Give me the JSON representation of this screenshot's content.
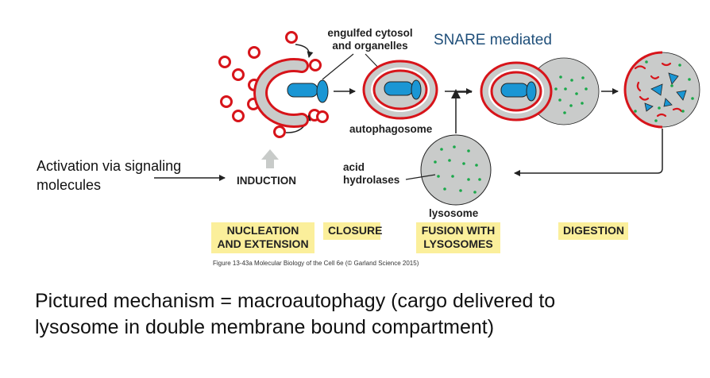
{
  "labels": {
    "engulfed": [
      "engulfed cytosol",
      "and organelles"
    ],
    "snare": "SNARE mediated",
    "autophagosome": "autophagosome",
    "activation": [
      "Activation via signaling",
      "molecules"
    ],
    "induction": "INDUCTION",
    "acid_hydrolases": [
      "acid",
      "hydrolases"
    ],
    "lysosome": "lysosome"
  },
  "stages": {
    "nucleation": [
      "NUCLEATION",
      "AND EXTENSION"
    ],
    "closure": "CLOSURE",
    "fusion": [
      "FUSION WITH",
      "LYSOSOMES"
    ],
    "digestion": "DIGESTION"
  },
  "figure_credit": "Figure 13-43a  Molecular Biology of the Cell 6e (© Garland Science 2015)",
  "caption": [
    "Pictured mechanism = macroautophagy  (cargo delivered to",
    "lysosome in double membrane bound compartment)"
  ],
  "colors": {
    "membrane_red": "#d7141a",
    "organelle_blue": "#1a96d4",
    "lumen_gray": "#c9cbca",
    "hydrolase_green": "#1aa84a",
    "stage_yellow": "#fbef9b",
    "snare_blue": "#1f4f7a"
  }
}
